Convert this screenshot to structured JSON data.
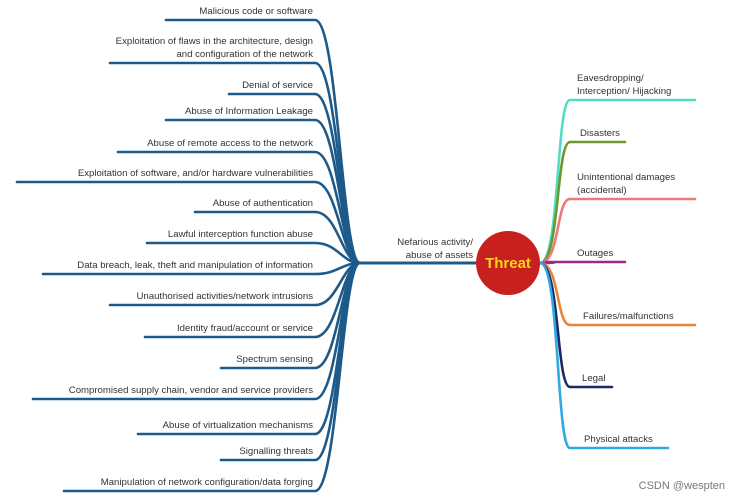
{
  "center": {
    "label": "Threat",
    "fill": "#c8201e",
    "text_color": "#ffd21a"
  },
  "left_branch": {
    "label": "Nefarious activity/ abuse of assets",
    "color": "#1d5a8a",
    "items": [
      "Malicious code or software",
      "Exploitation of flaws in the architecture, design and configuration of the network",
      "Denial of service",
      "Abuse of Information Leakage",
      "Abuse of remote access to the network",
      "Exploitation of software, and/or hardware vulnerabilities",
      "Abuse of authentication",
      "Lawful interception function abuse",
      "Data breach, leak, theft and manipulation of information",
      "Unauthorised activities/network intrusions",
      "Identity fraud/account or service",
      "Spectrum sensing",
      "Compromised supply chain, vendor and service providers",
      "Abuse of virtualization mechanisms",
      "Signalling threats",
      "Manipulation of network configuration/data forging"
    ]
  },
  "right_branches": [
    {
      "label": "Eavesdropping/ Interception/ Hijacking",
      "color": "#52dcc6"
    },
    {
      "label": "Disasters",
      "color": "#6b9a2c"
    },
    {
      "label": "Unintentional damages (accidental)",
      "color": "#e97b7b"
    },
    {
      "label": "Outages",
      "color": "#a3228f"
    },
    {
      "label": "Failures/malfunctions",
      "color": "#e8863c"
    },
    {
      "label": "Legal",
      "color": "#1b2a66"
    },
    {
      "label": "Physical attacks",
      "color": "#30a9e2"
    }
  ],
  "watermark": "CSDN @wespten"
}
